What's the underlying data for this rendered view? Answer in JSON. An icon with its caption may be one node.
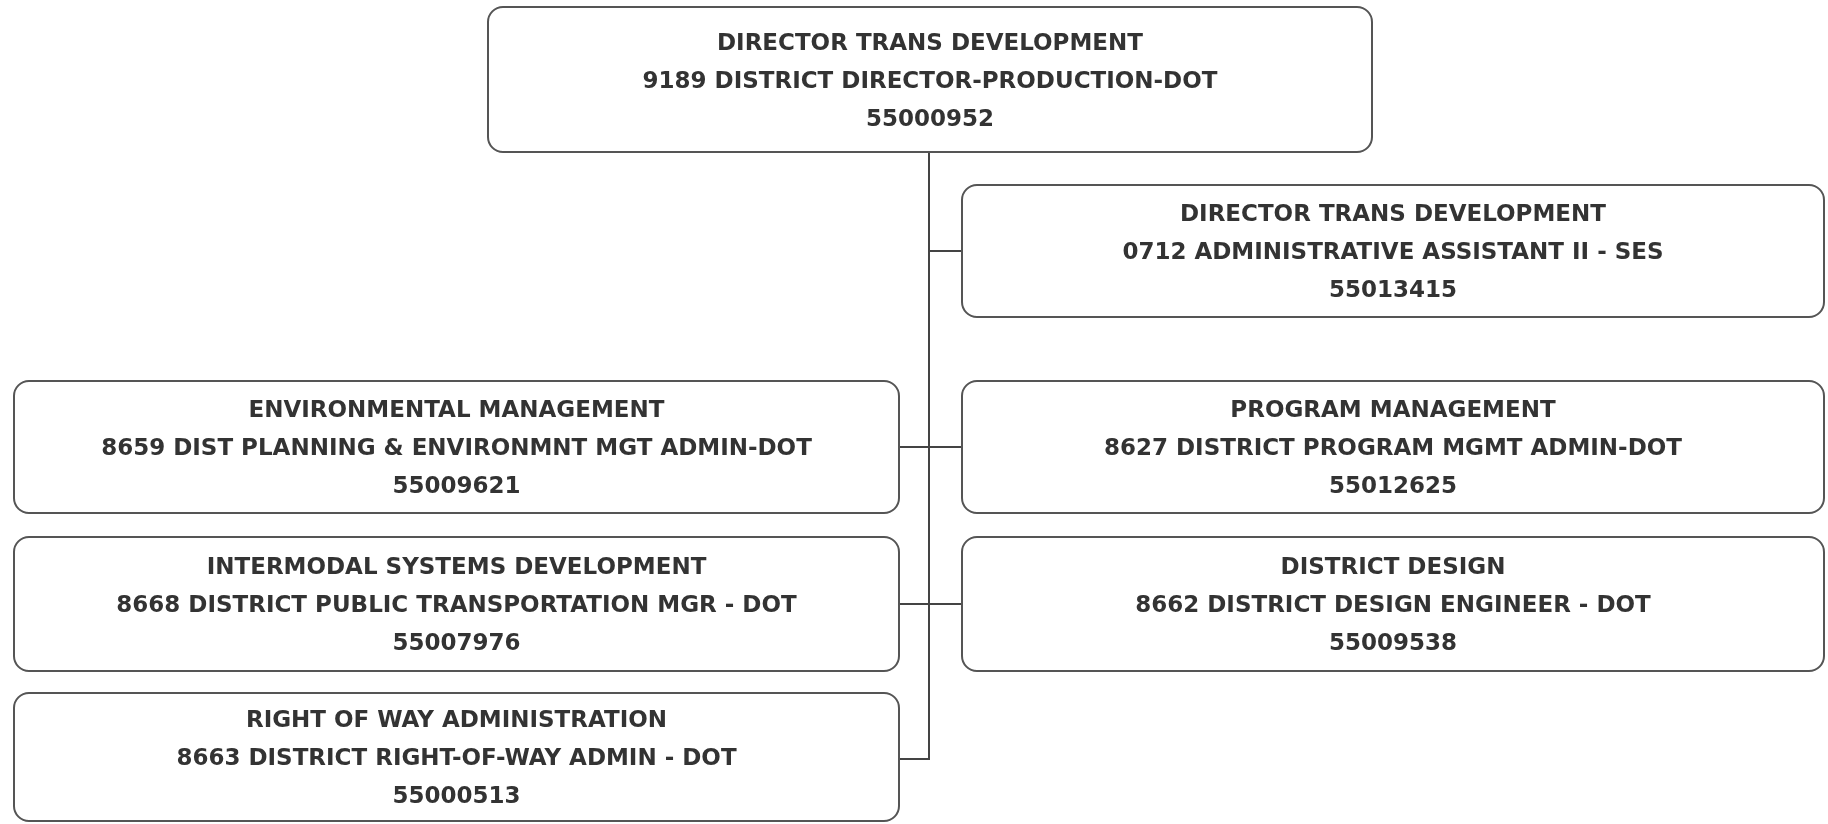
{
  "diagram": {
    "nodes": [
      {
        "text": [
          "DIRECTOR TRANS DEVELOPMENT",
          "9189 DISTRICT DIRECTOR-PRODUCTION-DOT",
          "55000952"
        ]
      },
      {
        "text": [
          "DIRECTOR TRANS DEVELOPMENT",
          "0712 ADMINISTRATIVE ASSISTANT II - SES",
          "55013415"
        ]
      },
      {
        "text": [
          "ENVIRONMENTAL MANAGEMENT",
          "8659 DIST PLANNING & ENVIRONMNT MGT ADMIN-DOT",
          "55009621"
        ]
      },
      {
        "text": [
          "PROGRAM MANAGEMENT",
          "8627 DISTRICT PROGRAM MGMT ADMIN-DOT",
          "55012625"
        ]
      },
      {
        "text": [
          "INTERMODAL SYSTEMS DEVELOPMENT",
          "8668 DISTRICT PUBLIC TRANSPORTATION MGR - DOT",
          "55007976"
        ]
      },
      {
        "text": [
          "DISTRICT DESIGN",
          "8662 DISTRICT DESIGN ENGINEER - DOT",
          "55009538"
        ]
      },
      {
        "text": [
          "RIGHT OF WAY ADMINISTRATION",
          "8663 DISTRICT RIGHT-OF-WAY ADMIN - DOT",
          "55000513"
        ]
      }
    ],
    "edges": [
      {
        "from": 0,
        "to": 1,
        "arrow": "none"
      },
      {
        "from": 0,
        "to": 2,
        "arrow": "none"
      },
      {
        "from": 0,
        "to": 3,
        "arrow": "none"
      },
      {
        "from": 0,
        "to": 4,
        "arrow": "none"
      },
      {
        "from": 0,
        "to": 5,
        "arrow": "none"
      },
      {
        "from": 0,
        "to": 6,
        "arrow": "none"
      }
    ]
  }
}
